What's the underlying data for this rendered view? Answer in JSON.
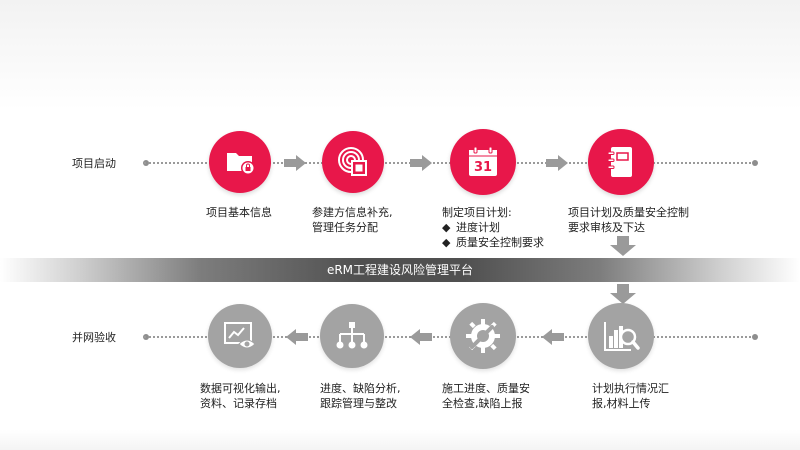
{
  "top_row": {
    "label": "项目启动",
    "steps": [
      {
        "icon": "folder-lock-icon",
        "caption": [
          "项目基本信息"
        ]
      },
      {
        "icon": "target-icon",
        "caption": [
          "参建方信息补充,",
          "管理任务分配"
        ]
      },
      {
        "icon": "calendar-icon",
        "calendar_day": "31",
        "caption": [
          "制定项目计划:"
        ],
        "bullets": [
          "进度计划",
          "质量安全控制要求"
        ],
        "bullet_mark": "◆"
      },
      {
        "icon": "notebook-icon",
        "caption": [
          "项目计划及质量安全控制",
          "要求审核及下达"
        ]
      }
    ]
  },
  "banner": {
    "title": "eRM工程建设风险管理平台"
  },
  "bottom_row": {
    "label": "并网验收",
    "steps": [
      {
        "icon": "chart-magnifier-icon",
        "caption": [
          "计划执行情况汇",
          "报,材料上传"
        ]
      },
      {
        "icon": "gear-wrench-icon",
        "caption": [
          "施工进度、质量安",
          "全检查,缺陷上报"
        ]
      },
      {
        "icon": "hierarchy-icon",
        "caption": [
          "进度、缺陷分析,",
          "跟踪管理与整改"
        ]
      },
      {
        "icon": "monitor-eye-icon",
        "caption": [
          "数据可视化输出,",
          "资料、记录存档"
        ]
      }
    ]
  },
  "colors": {
    "accent": "#e8174a",
    "gray": "#a3a3a3",
    "banner": "#505050"
  }
}
